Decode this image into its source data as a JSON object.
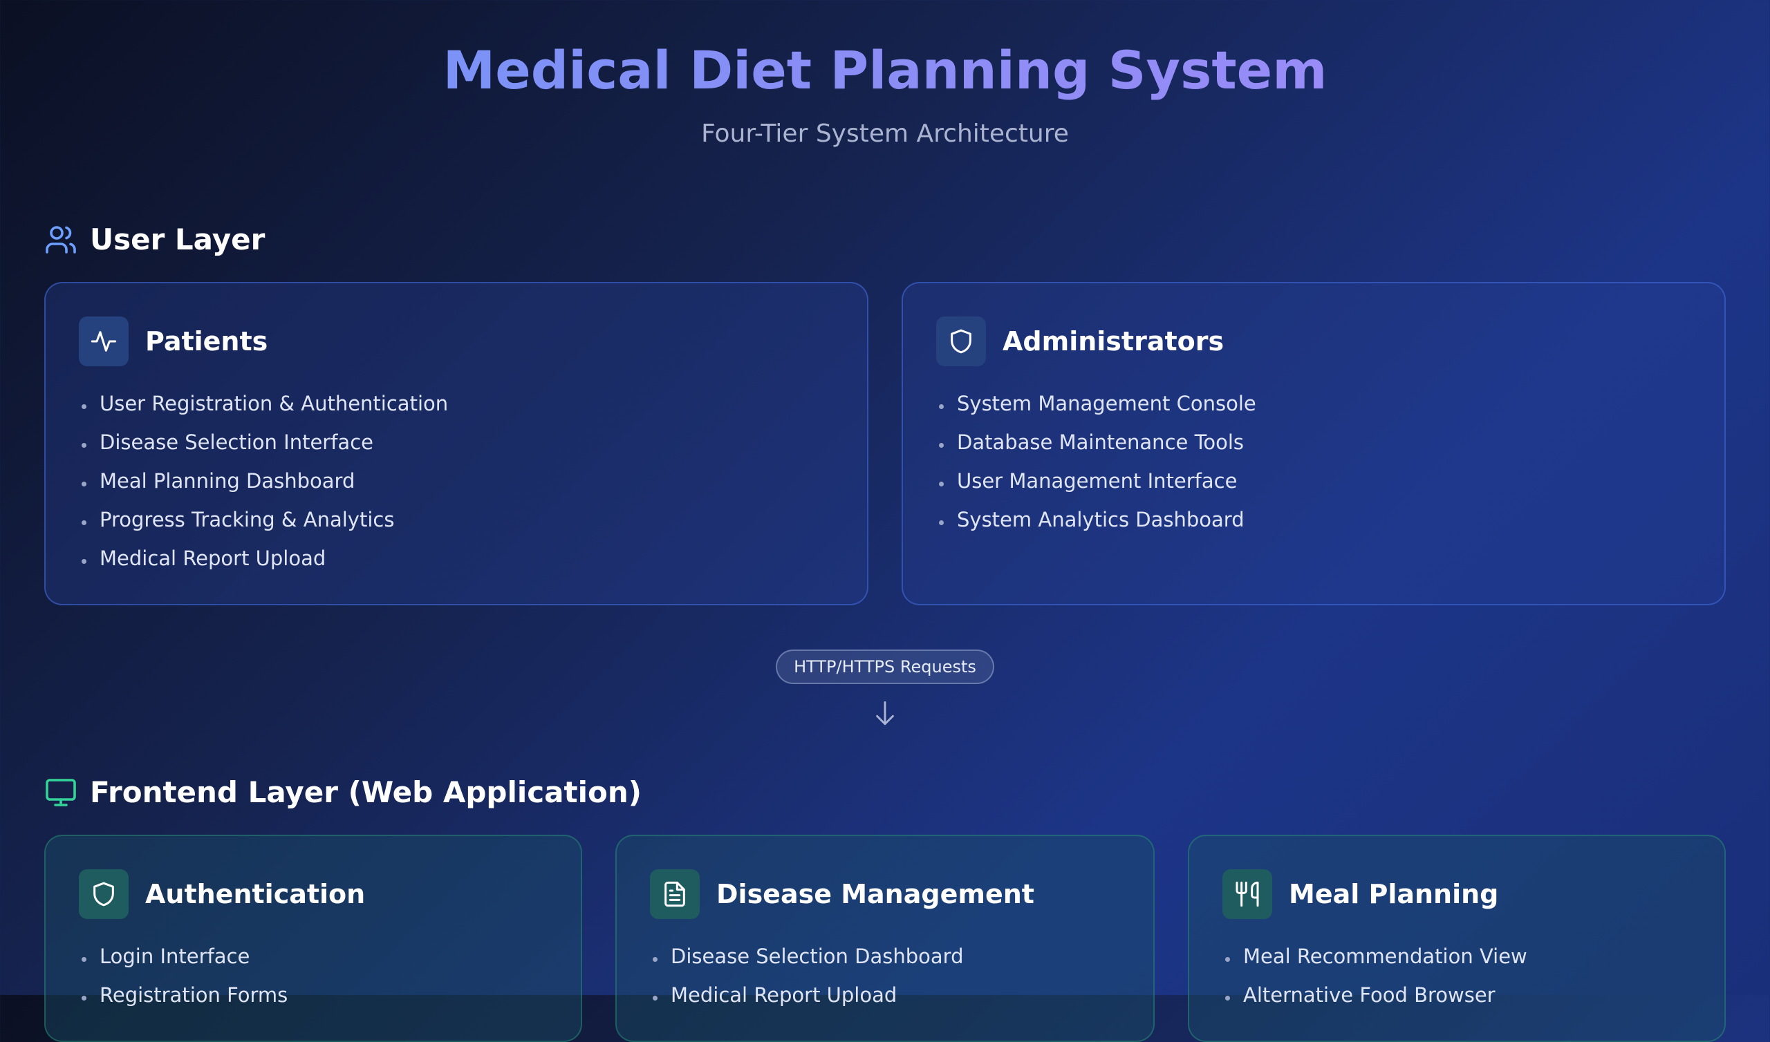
{
  "header": {
    "title": "Medical Diet Planning System",
    "subtitle": "Four-Tier System Architecture"
  },
  "user_layer": {
    "title": "User Layer",
    "icon": "users-icon",
    "cards": [
      {
        "title": "Patients",
        "icon": "activity-icon",
        "items": [
          "User Registration & Authentication",
          "Disease Selection Interface",
          "Meal Planning Dashboard",
          "Progress Tracking & Analytics",
          "Medical Report Upload"
        ]
      },
      {
        "title": "Administrators",
        "icon": "shield-icon",
        "items": [
          "System Management Console",
          "Database Maintenance Tools",
          "User Management Interface",
          "System Analytics Dashboard"
        ]
      }
    ]
  },
  "connector": {
    "label": "HTTP/HTTPS Requests",
    "icon": "arrow-down-icon"
  },
  "frontend_layer": {
    "title": "Frontend Layer (Web Application)",
    "icon": "monitor-icon",
    "cards": [
      {
        "title": "Authentication",
        "icon": "shield-icon",
        "items": [
          "Login Interface",
          "Registration Forms"
        ]
      },
      {
        "title": "Disease Management",
        "icon": "document-icon",
        "items": [
          "Disease Selection Dashboard",
          "Medical Report Upload"
        ]
      },
      {
        "title": "Meal Planning",
        "icon": "utensils-icon",
        "items": [
          "Meal Recommendation View",
          "Alternative Food Browser"
        ]
      }
    ]
  },
  "colors": {
    "user_icon": "#6ea0ff",
    "frontend_icon": "#34d399",
    "title_gradient_start": "#6c97f7",
    "title_gradient_end": "#a78bfa"
  }
}
